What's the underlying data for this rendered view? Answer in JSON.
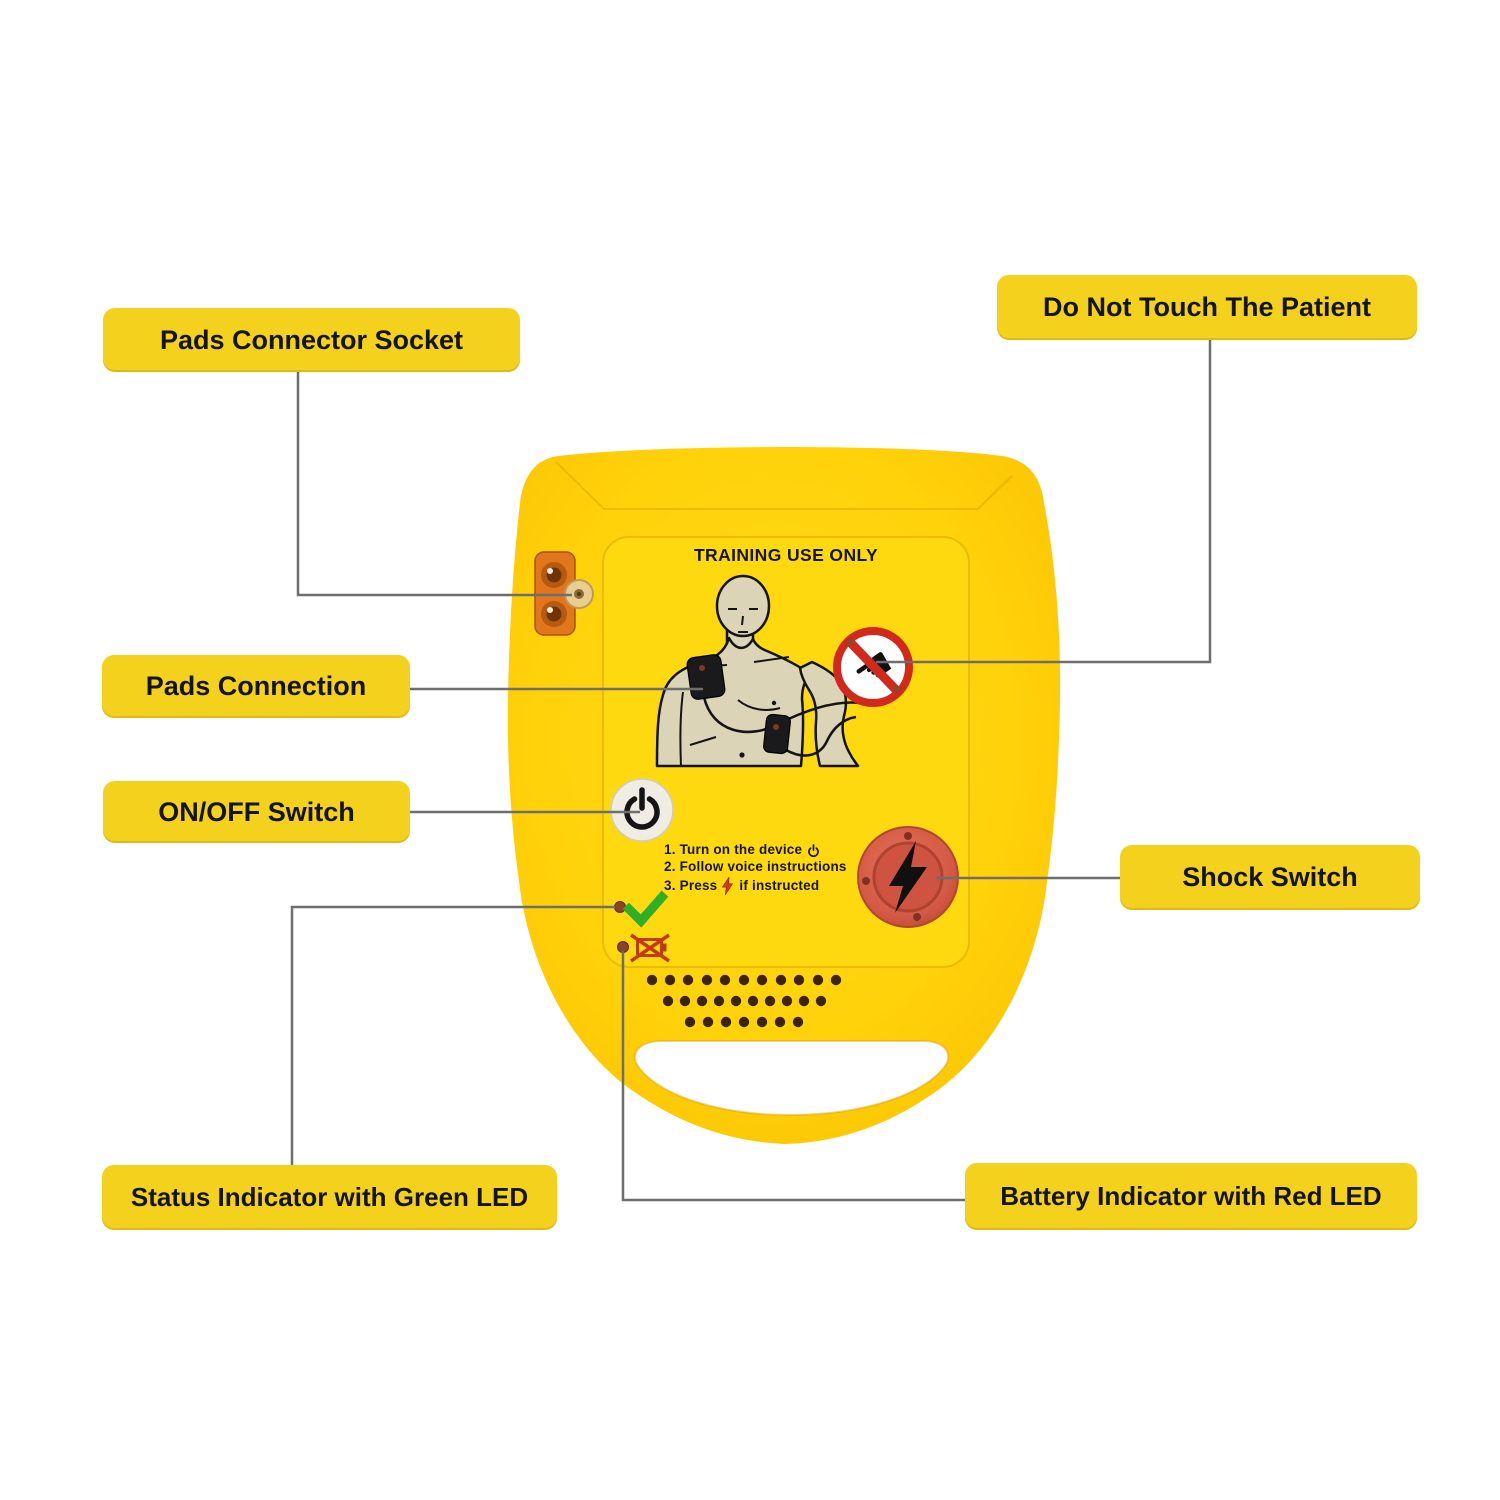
{
  "page": {
    "background": "#ffffff"
  },
  "device": {
    "kind": "AED trainer front face",
    "type_label": "TRAINING USE ONLY",
    "instructions": {
      "line1": "1. Turn on the device",
      "line2": "2. Follow voice instructions",
      "line3_pre": "3. Press",
      "line3_post": "if instructed"
    }
  },
  "callouts": {
    "pads_connector_socket": {
      "label": "Pads Connector Socket"
    },
    "do_not_touch": {
      "label": "Do Not Touch The Patient"
    },
    "pads_connection": {
      "label": "Pads Connection"
    },
    "on_off_switch": {
      "label": "ON/OFF Switch"
    },
    "shock_switch": {
      "label": "Shock Switch"
    },
    "status_indicator": {
      "label": "Status Indicator with Green LED"
    },
    "battery_indicator": {
      "label": "Battery Indicator with Red LED"
    }
  },
  "icons": {
    "power": "power-symbol",
    "shock_bolt": "lightning-bolt",
    "no_touch": "prohibition-circle-with-hand",
    "check": "green-check-mark",
    "battery_crossed": "crossed-out-battery",
    "speaker": "speaker-hole-grid"
  },
  "colors": {
    "label_bg": "#F3D11C",
    "label_text": "#141414",
    "device_yellow": "#FFD20A",
    "leader_line": "#6E6E6E",
    "shock_button_red": "#D4543F",
    "prohibition_red": "#D3281C",
    "check_green": "#2FAE27",
    "battery_icon_red": "#C13A10",
    "socket_orange": "#E1761D",
    "torso_beige": "#DCD4B6"
  }
}
